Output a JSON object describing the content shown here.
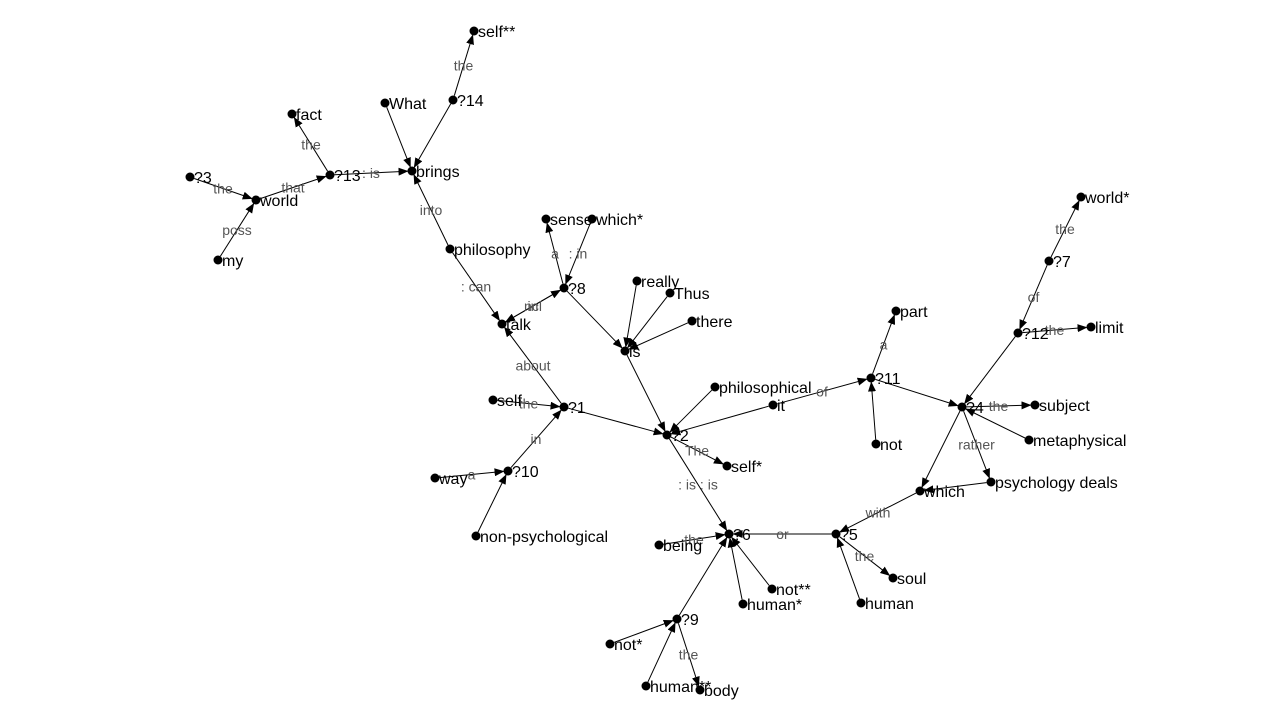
{
  "diagram": {
    "nodes": [
      {
        "id": "self2",
        "label": "self**"
      },
      {
        "id": "q14",
        "label": "?14"
      },
      {
        "id": "what",
        "label": "What"
      },
      {
        "id": "fact",
        "label": "fact"
      },
      {
        "id": "q13",
        "label": "?13"
      },
      {
        "id": "brings",
        "label": "brings"
      },
      {
        "id": "q3",
        "label": "?3"
      },
      {
        "id": "world",
        "label": "world"
      },
      {
        "id": "my",
        "label": "my"
      },
      {
        "id": "philosophy",
        "label": "philosophy"
      },
      {
        "id": "sense",
        "label": "sense"
      },
      {
        "id": "which1",
        "label": "which*"
      },
      {
        "id": "q8",
        "label": "?8"
      },
      {
        "id": "really",
        "label": "really"
      },
      {
        "id": "thus",
        "label": "Thus"
      },
      {
        "id": "there",
        "label": "there"
      },
      {
        "id": "talk",
        "label": "talk"
      },
      {
        "id": "is",
        "label": "is"
      },
      {
        "id": "self0",
        "label": "self"
      },
      {
        "id": "q1",
        "label": "?1"
      },
      {
        "id": "q2",
        "label": "?2"
      },
      {
        "id": "philosophical",
        "label": "philosophical"
      },
      {
        "id": "it",
        "label": "it"
      },
      {
        "id": "q11",
        "label": "?11"
      },
      {
        "id": "part",
        "label": "part"
      },
      {
        "id": "not0",
        "label": "not"
      },
      {
        "id": "world1",
        "label": "world*"
      },
      {
        "id": "q7",
        "label": "?7"
      },
      {
        "id": "q12",
        "label": "?12"
      },
      {
        "id": "limit",
        "label": "limit"
      },
      {
        "id": "q4",
        "label": "?4"
      },
      {
        "id": "subject",
        "label": "subject"
      },
      {
        "id": "metaphysical",
        "label": "metaphysical"
      },
      {
        "id": "psych",
        "label": "psychology deals"
      },
      {
        "id": "which0",
        "label": "which"
      },
      {
        "id": "self1",
        "label": "self*"
      },
      {
        "id": "way",
        "label": "way"
      },
      {
        "id": "q10",
        "label": "?10"
      },
      {
        "id": "nonpsych",
        "label": "non-psychological"
      },
      {
        "id": "being",
        "label": "being"
      },
      {
        "id": "q6",
        "label": "?6"
      },
      {
        "id": "q5",
        "label": "?5"
      },
      {
        "id": "soul",
        "label": "soul"
      },
      {
        "id": "human0",
        "label": "human"
      },
      {
        "id": "not2",
        "label": "not**"
      },
      {
        "id": "human1",
        "label": "human*"
      },
      {
        "id": "q9",
        "label": "?9"
      },
      {
        "id": "not1",
        "label": "not*"
      },
      {
        "id": "human2",
        "label": "human**"
      },
      {
        "id": "body",
        "label": "body"
      }
    ],
    "edges": [
      {
        "from": "q14",
        "to": "self2",
        "label": "the"
      },
      {
        "from": "q14",
        "to": "brings",
        "label": ""
      },
      {
        "from": "what",
        "to": "brings",
        "label": ""
      },
      {
        "from": "q13",
        "to": "fact",
        "label": "the"
      },
      {
        "from": "q13",
        "to": "brings",
        "label": ": is"
      },
      {
        "from": "world",
        "to": "q13",
        "label": "that"
      },
      {
        "from": "q3",
        "to": "world",
        "label": "the"
      },
      {
        "from": "my",
        "to": "world",
        "label": "poss"
      },
      {
        "from": "philosophy",
        "to": "brings",
        "label": "into"
      },
      {
        "from": "philosophy",
        "to": "talk",
        "label": ": can"
      },
      {
        "from": "q8",
        "to": "sense",
        "label": "a"
      },
      {
        "from": "which1",
        "to": "q8",
        "label": ": in"
      },
      {
        "from": "talk",
        "to": "q8",
        "label": "in"
      },
      {
        "from": "q8",
        "to": "talk",
        "label": "ncl"
      },
      {
        "from": "q8",
        "to": "is",
        "label": ""
      },
      {
        "from": "really",
        "to": "is",
        "label": ""
      },
      {
        "from": "thus",
        "to": "is",
        "label": ""
      },
      {
        "from": "there",
        "to": "is",
        "label": ""
      },
      {
        "from": "q1",
        "to": "talk",
        "label": "about"
      },
      {
        "from": "is",
        "to": "q2",
        "label": ""
      },
      {
        "from": "self0",
        "to": "q1",
        "label": "the"
      },
      {
        "from": "q1",
        "to": "q2",
        "label": ""
      },
      {
        "from": "q10",
        "to": "q1",
        "label": "in"
      },
      {
        "from": "way",
        "to": "q10",
        "label": "a"
      },
      {
        "from": "nonpsych",
        "to": "q10",
        "label": ""
      },
      {
        "from": "philosophical",
        "to": "q2",
        "label": ""
      },
      {
        "from": "it",
        "to": "q2",
        "label": ""
      },
      {
        "from": "it",
        "to": "q11",
        "label": "of"
      },
      {
        "from": "q11",
        "to": "part",
        "label": "a"
      },
      {
        "from": "not0",
        "to": "q11",
        "label": ""
      },
      {
        "from": "q11",
        "to": "q4",
        "label": ""
      },
      {
        "from": "q7",
        "to": "world1",
        "label": "the"
      },
      {
        "from": "q7",
        "to": "q12",
        "label": "of"
      },
      {
        "from": "q12",
        "to": "limit",
        "label": "the"
      },
      {
        "from": "q12",
        "to": "q4",
        "label": ""
      },
      {
        "from": "q4",
        "to": "subject",
        "label": "the"
      },
      {
        "from": "metaphysical",
        "to": "q4",
        "label": ""
      },
      {
        "from": "q4",
        "to": "psych",
        "label": "rather"
      },
      {
        "from": "q4",
        "to": "which0",
        "label": ""
      },
      {
        "from": "psych",
        "to": "which0",
        "label": ""
      },
      {
        "from": "q2",
        "to": "self1",
        "label": "The"
      },
      {
        "from": "q2",
        "to": "q6",
        "label": ": is  : is"
      },
      {
        "from": "q5",
        "to": "q6",
        "label": "or"
      },
      {
        "from": "which0",
        "to": "q5",
        "label": "with"
      },
      {
        "from": "q5",
        "to": "soul",
        "label": "the"
      },
      {
        "from": "human0",
        "to": "q5",
        "label": ""
      },
      {
        "from": "being",
        "to": "q6",
        "label": "the"
      },
      {
        "from": "not2",
        "to": "q6",
        "label": ""
      },
      {
        "from": "human1",
        "to": "q6",
        "label": ""
      },
      {
        "from": "q9",
        "to": "q6",
        "label": ""
      },
      {
        "from": "not1",
        "to": "q9",
        "label": ""
      },
      {
        "from": "human2",
        "to": "q9",
        "label": ""
      },
      {
        "from": "q9",
        "to": "body",
        "label": "the"
      }
    ]
  }
}
